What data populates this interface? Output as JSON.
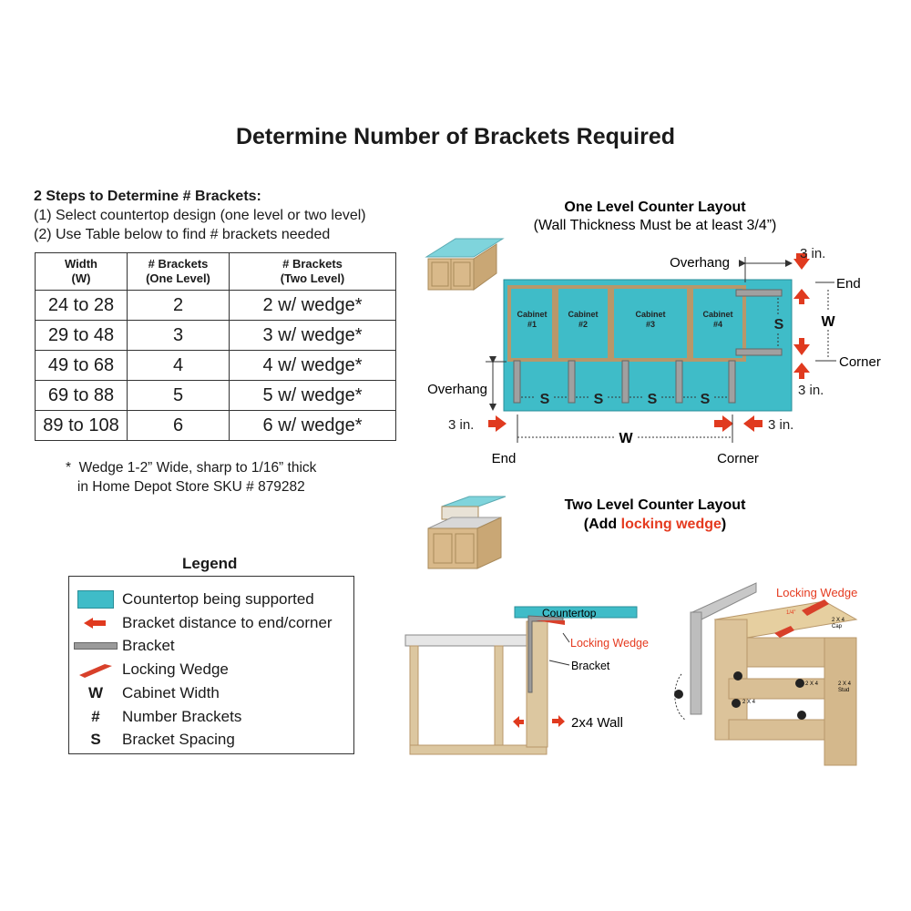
{
  "title": "Determine Number of Brackets Required",
  "steps": {
    "heading": "2 Steps to Determine # Brackets:",
    "step1": "(1) Select countertop design (one level or two level)",
    "step2": "(2) Use Table below to find # brackets needed"
  },
  "table": {
    "headers": [
      {
        "line1": "Width",
        "line2": "(W)"
      },
      {
        "line1": "# Brackets",
        "line2": "(One Level)"
      },
      {
        "line1": "# Brackets",
        "line2": "(Two Level)"
      }
    ],
    "rows": [
      [
        "24 to 28",
        "2",
        "2 w/ wedge*"
      ],
      [
        "29 to 48",
        "3",
        "3 w/ wedge*"
      ],
      [
        "49 to 68",
        "4",
        "4 w/ wedge*"
      ],
      [
        "69 to 88",
        "5",
        "5 w/ wedge*"
      ],
      [
        "89 to 108",
        "6",
        "6 w/ wedge*"
      ]
    ]
  },
  "note": {
    "line1": "*  Wedge 1-2” Wide, sharp to 1/16” thick",
    "line2": "in Home Depot Store SKU # 879282"
  },
  "legend": {
    "title": "Legend",
    "items": [
      {
        "symbol": "countertop-swatch",
        "label": "Countertop being supported"
      },
      {
        "symbol": "red-arrow",
        "label": "Bracket distance to end/corner"
      },
      {
        "symbol": "bracket-bar",
        "label": "Bracket"
      },
      {
        "symbol": "wedge",
        "label": "Locking Wedge"
      },
      {
        "symbol": "W",
        "label": "Cabinet Width"
      },
      {
        "symbol": "#",
        "label": "Number Brackets"
      },
      {
        "symbol": "S",
        "label": "Bracket Spacing"
      }
    ]
  },
  "one_level": {
    "title": "One Level Counter Layout",
    "subtitle": "(Wall Thickness Must be at least 3/4”)",
    "cabinets": [
      {
        "line1": "Cabinet",
        "line2": "#1"
      },
      {
        "line1": "Cabinet",
        "line2": "#2"
      },
      {
        "line1": "Cabinet",
        "line2": "#3"
      },
      {
        "line1": "Cabinet",
        "line2": "#4"
      }
    ],
    "overhang_top": "Overhang",
    "overhang_left": "Overhang",
    "three_in": "3 in.",
    "end": "End",
    "corner": "Corner",
    "w": "W",
    "s": "S"
  },
  "two_level": {
    "title": "Two Level Counter Layout",
    "subtitle_prefix": "(Add ",
    "subtitle_highlight": "locking wedge",
    "subtitle_suffix": ")",
    "countertop": "Countertop",
    "locking_wedge": "Locking Wedge",
    "bracket": "Bracket",
    "wall": "2x4 Wall",
    "detail_wedge": "Locking Wedge",
    "detail_cap_1": "2 X 4",
    "detail_cap_2": "Cap",
    "detail_stud_1": "2 X 4",
    "detail_stud_2": "Stud",
    "detail_2x4": "2 X 4",
    "detail_quarter": "1/4”"
  },
  "colors": {
    "countertop": "#3fbcc8",
    "arrow_red": "#e03a1f",
    "wedge_red": "#d8402a",
    "wood": "#dcc7a0",
    "wood_dark": "#b8976a",
    "bracket_grey": "#9a9a9a",
    "highlight_text": "#e53a1f"
  }
}
